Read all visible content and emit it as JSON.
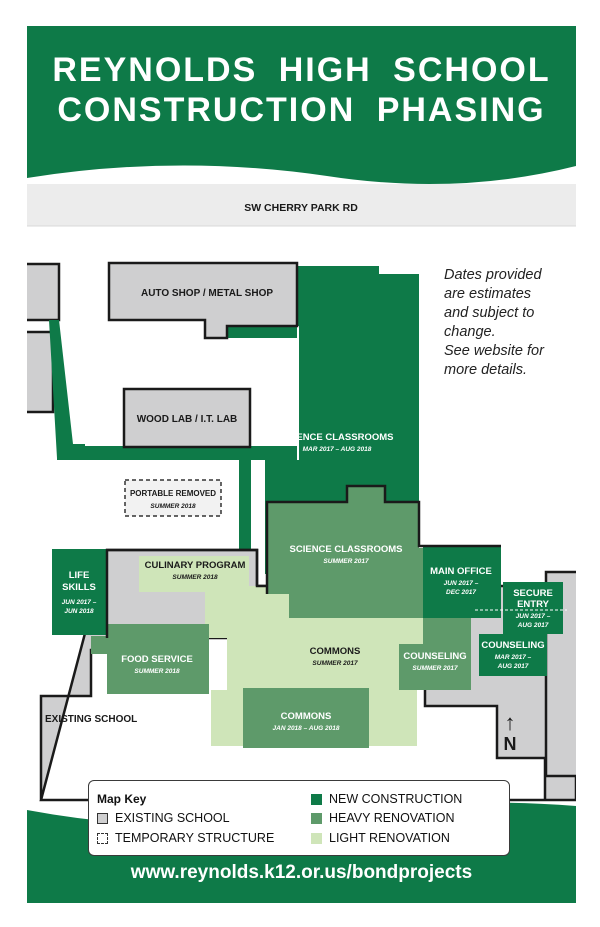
{
  "title": {
    "line1": "REYNOLDS HIGH SCHOOL",
    "line2": "CONSTRUCTION PHASING"
  },
  "road": "SW CHERRY PARK RD",
  "note": [
    "Dates provided",
    "are estimates",
    "and subject to",
    "change.",
    "See website for",
    "more details."
  ],
  "buildings": {
    "auto_shop": "AUTO SHOP / METAL SHOP",
    "wood_lab": "WOOD LAB / I.T. LAB",
    "portable_name": "PORTABLE REMOVED",
    "portable_date": "SUMMER 2018",
    "science_new_name": "SCIENCE CLASSROOMS",
    "science_new_date": "MAR 2017 – AUG 2018",
    "science_heavy_name": "SCIENCE CLASSROOMS",
    "science_heavy_date": "SUMMER 2017",
    "culinary_name": "CULINARY PROGRAM",
    "culinary_date": "SUMMER 2018",
    "life_skills_line1": "LIFE",
    "life_skills_line2": "SKILLS",
    "life_skills_date1": "JUN 2017 –",
    "life_skills_date2": "JUN 2018",
    "food_service_name": "FOOD SERVICE",
    "food_service_date": "SUMMER 2018",
    "commons_light_name": "COMMONS",
    "commons_light_date": "SUMMER 2017",
    "commons_heavy_name": "COMMONS",
    "commons_heavy_date": "JAN 2018 – AUG 2018",
    "main_office_name": "MAIN OFFICE",
    "main_office_date1": "JUN 2017 –",
    "main_office_date2": "DEC 2017",
    "counseling_heavy_name": "COUNSELING",
    "counseling_heavy_date": "SUMMER 2017",
    "secure_entry_line1": "SECURE",
    "secure_entry_line2": "ENTRY",
    "secure_entry_date1": "JUN 2017 –",
    "secure_entry_date2": "AUG 2017",
    "counseling_new_name": "COUNSELING",
    "counseling_new_date1": "MAR 2017 –",
    "counseling_new_date2": "AUG 2017",
    "existing_school": "EXISTING SCHOOL"
  },
  "north": {
    "arrow": "↑",
    "letter": "N"
  },
  "legend": {
    "title": "Map Key",
    "existing": "EXISTING SCHOOL",
    "temporary": "TEMPORARY STRUCTURE",
    "new": "NEW CONSTRUCTION",
    "heavy": "HEAVY RENOVATION",
    "light": "LIGHT RENOVATION"
  },
  "url": "www.reynolds.k12.or.us/bondprojects",
  "colors": {
    "brand_green": "#0e7a48",
    "new_construction": "#0e7a48",
    "heavy_renovation": "#5e9a6a",
    "light_renovation": "#cfe5b9",
    "existing_school": "#cfcfd0",
    "road": "#ececec"
  }
}
